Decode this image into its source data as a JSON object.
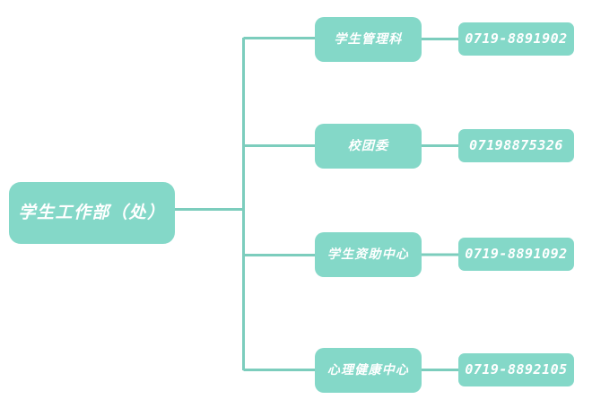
{
  "diagram": {
    "type": "org-chart",
    "background_color": "#ffffff",
    "node_color": "#84d8c8",
    "line_color": "#7ccdbd",
    "text_color": "#ffffff",
    "root": {
      "label": "学生工作部（处）"
    },
    "branches": [
      {
        "department": "学生管理科",
        "phone": "0719-8891902"
      },
      {
        "department": "校团委",
        "phone": "07198875326"
      },
      {
        "department": "学生资助中心",
        "phone": "0719-8891092"
      },
      {
        "department": "心理健康中心",
        "phone": "0719-8892105"
      }
    ]
  }
}
